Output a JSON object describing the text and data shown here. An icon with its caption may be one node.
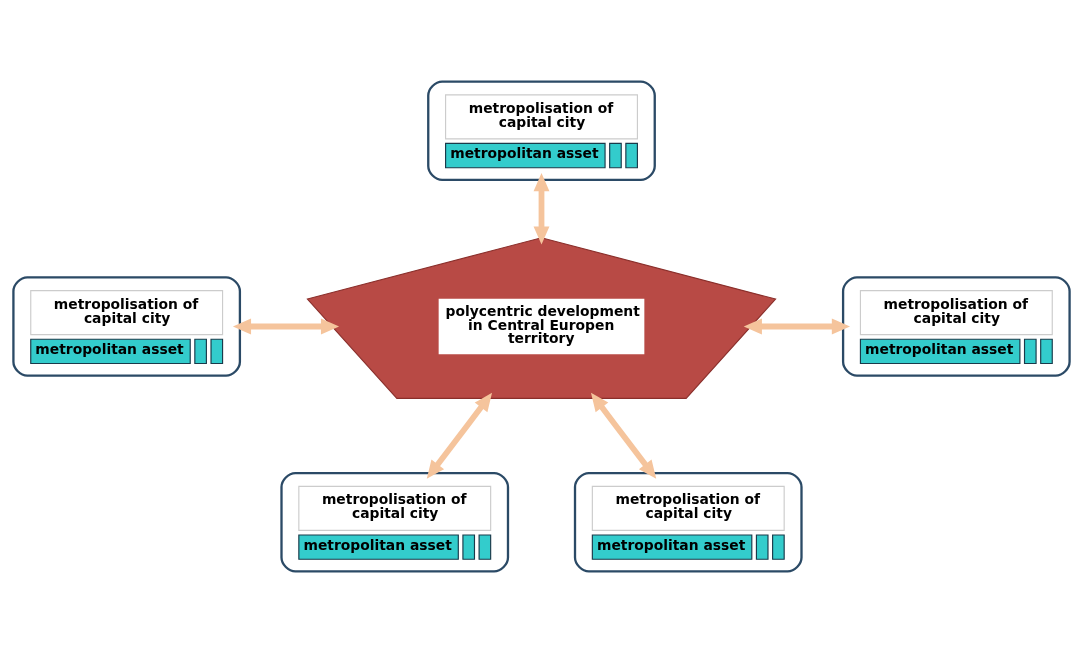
{
  "diagram": {
    "nodes": [
      {
        "text": [
          "metropolisation of capital city",
          "metropolitan asset"
        ]
      },
      {
        "text": [
          "metropolisation of capital city",
          "metropolitan asset"
        ]
      },
      {
        "text": [
          "polycentric development in Central Europen territory"
        ]
      },
      {
        "text": [
          "metropolisation of capital city",
          "metropolitan asset"
        ]
      },
      {
        "text": [
          "metropolisation of capital city",
          "metropolitan asset"
        ]
      },
      {
        "text": [
          "metropolisation of capital city",
          "metropolitan asset"
        ]
      }
    ],
    "edges": [
      {
        "from": 0,
        "to": 2,
        "arrow": "both"
      },
      {
        "from": 1,
        "to": 2,
        "arrow": "both"
      },
      {
        "from": 2,
        "to": 3,
        "arrow": "both"
      },
      {
        "from": 2,
        "to": 4,
        "arrow": "both"
      },
      {
        "from": 2,
        "to": 5,
        "arrow": "both"
      }
    ]
  }
}
